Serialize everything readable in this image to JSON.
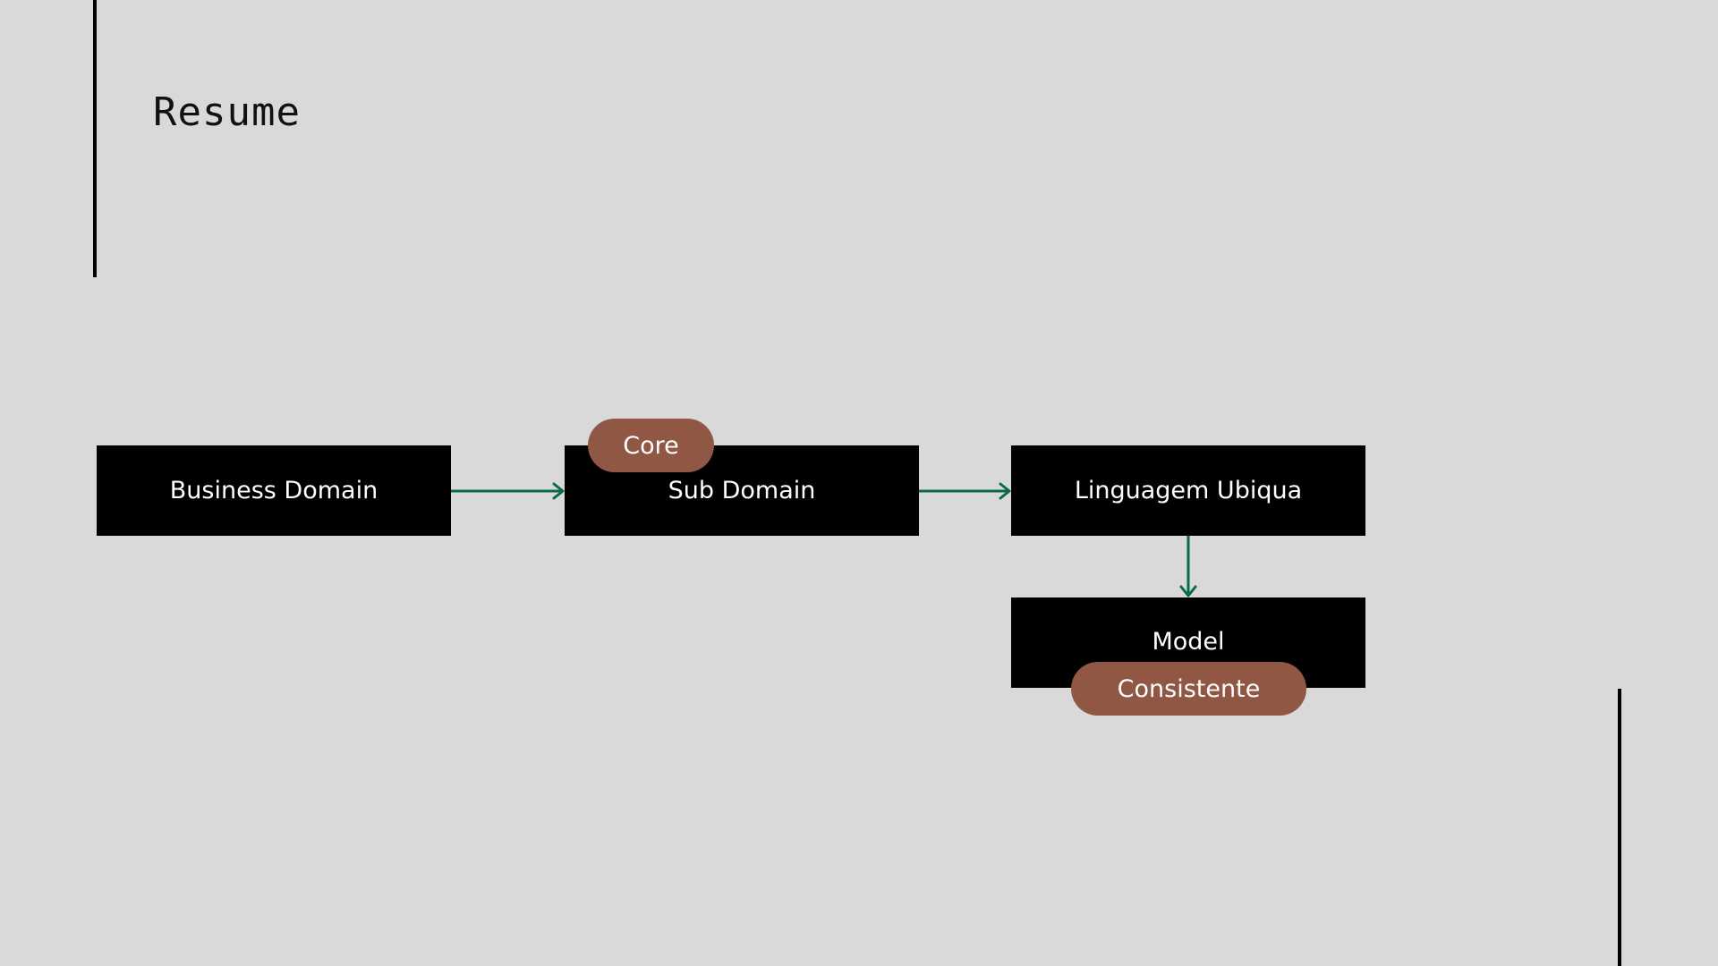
{
  "slide": {
    "title": "Resume"
  },
  "diagram": {
    "nodes": {
      "business_domain": "Business Domain",
      "sub_domain": "Sub Domain",
      "linguagem_ubiqua": "Linguagem Ubiqua",
      "model": "Model"
    },
    "tags": {
      "core": "Core",
      "consistente": "Consistente"
    },
    "edges": [
      {
        "from": "business_domain",
        "to": "sub_domain"
      },
      {
        "from": "sub_domain",
        "to": "linguagem_ubiqua"
      },
      {
        "from": "linguagem_ubiqua",
        "to": "model"
      }
    ]
  },
  "colors": {
    "background": "#d9d9d9",
    "box": "#000000",
    "tag": "#8f5744",
    "arrow": "#0b6b44",
    "accent_line": "#000000"
  }
}
